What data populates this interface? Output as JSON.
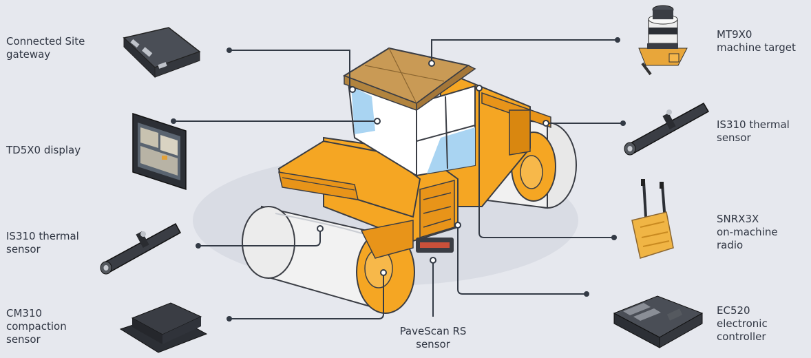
{
  "labels": {
    "gateway": [
      "Connected Site",
      "gateway"
    ],
    "display": [
      "TD5X0 display"
    ],
    "thermal_left": [
      "IS310 thermal",
      "sensor"
    ],
    "compaction": [
      "CM310",
      "compaction",
      "sensor"
    ],
    "pavescan": [
      "PaveScan RS",
      "sensor"
    ],
    "target": [
      "MT9X0",
      "machine target"
    ],
    "thermal_right": [
      "IS310 thermal",
      "sensor"
    ],
    "radio": [
      "SNRX3X",
      "on-machine",
      "radio"
    ],
    "controller": [
      "EC520",
      "electronic",
      "controller"
    ]
  },
  "colors": {
    "background": "#e6e8ee",
    "machine_yellow": "#f5a623",
    "machine_orange": "#e89419",
    "cab_roof": "#c99a55",
    "glass": "#a9d4f2",
    "drum_white": "#f4f4f4",
    "device_dark": "#3a3d44",
    "callout_line": "#333a45"
  },
  "icons": [
    "gateway-device-icon",
    "display-tablet-icon",
    "thermal-sensor-icon",
    "compaction-sensor-icon",
    "machine-target-icon",
    "radio-icon",
    "controller-icon",
    "roller-illustration"
  ]
}
